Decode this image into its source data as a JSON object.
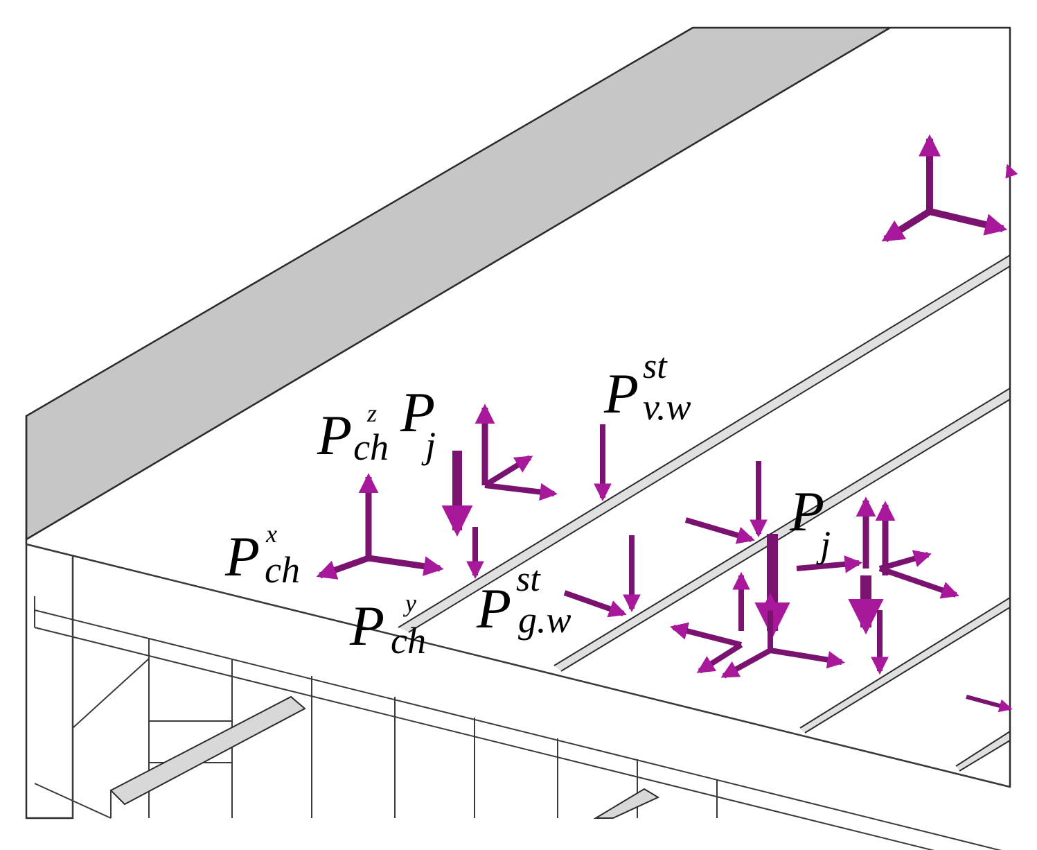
{
  "colors": {
    "load_arrow": "#7a1270",
    "load_arrow_head": "#a8189b",
    "beam_top_face": "#c6c6c6",
    "structure_line": "#2b2b2b",
    "background": "#ffffff"
  },
  "labels": {
    "p_ch_z": {
      "base": "P",
      "sub": "ch",
      "sup": "z"
    },
    "p_j_left": {
      "base": "P",
      "sub": "j"
    },
    "p_vw_st": {
      "base": "P",
      "sub": "v.w",
      "sup": "st"
    },
    "p_ch_x": {
      "base": "P",
      "sub": "ch",
      "sup": "x"
    },
    "p_ch_y": {
      "base": "P",
      "sub": "ch",
      "sup": "y"
    },
    "p_gw_st": {
      "base": "P",
      "sub": "g.w",
      "sup": "st"
    },
    "p_j_right": {
      "base": "P",
      "sub": "j"
    }
  }
}
